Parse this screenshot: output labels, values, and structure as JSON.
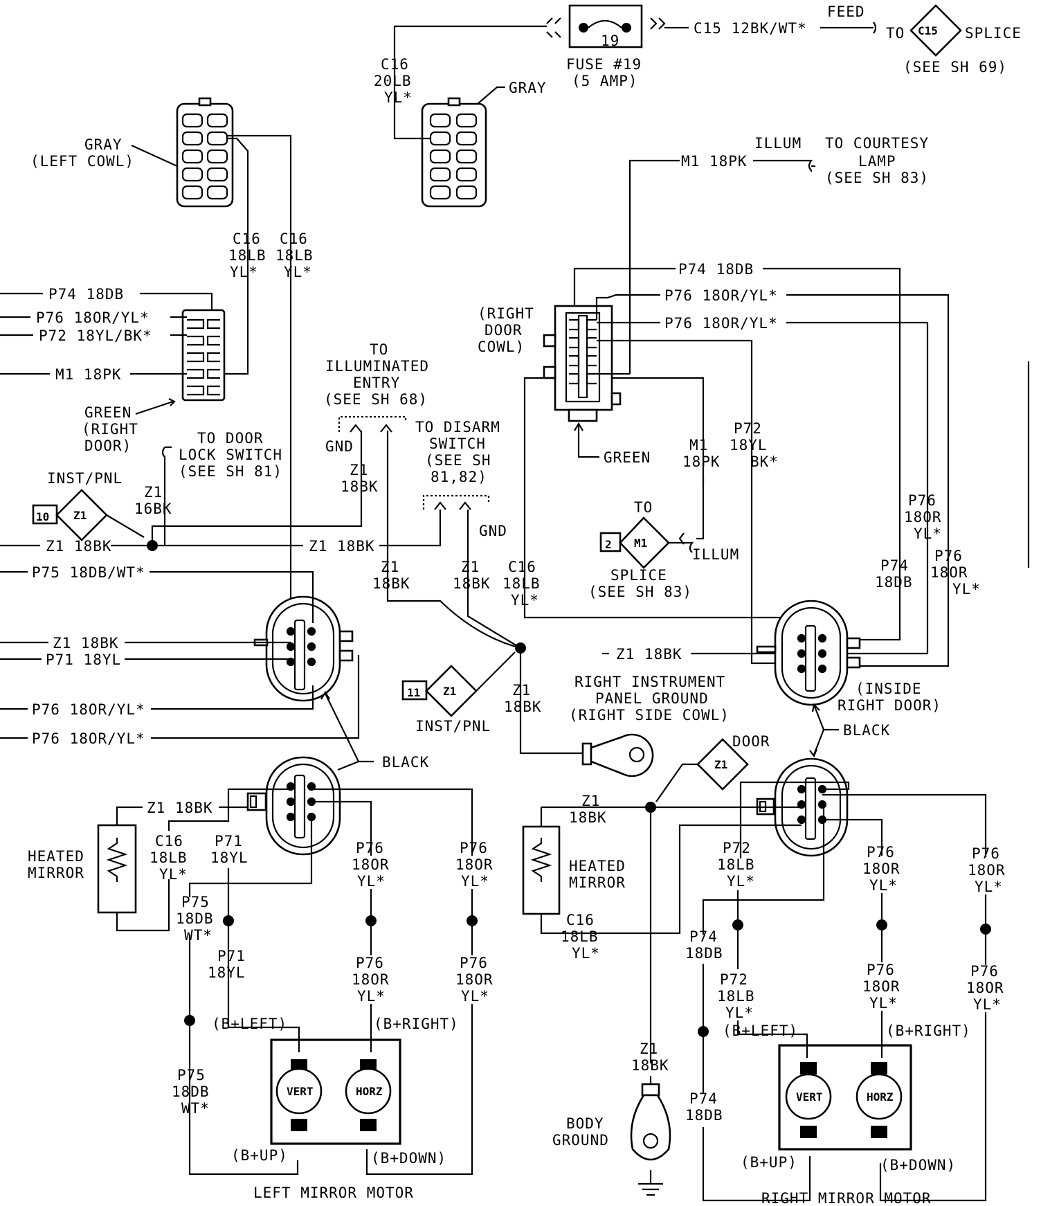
{
  "fuse": {
    "number": "19",
    "label": "FUSE #19",
    "rating": "(5 AMP)",
    "out_wire": "C15  12BK/WT*",
    "feed_label": "FEED",
    "to_label": "TO",
    "splice_id": "C15",
    "splice_label": "SPLICE",
    "splice_ref": "(SEE SH 69)"
  },
  "top_gray_connector": {
    "label": "GRAY",
    "wire": [
      "C16",
      "20LB",
      "YL*"
    ]
  },
  "left_cowl": {
    "label": [
      "GRAY",
      "(LEFT COWL)"
    ],
    "wire_a": [
      "C16",
      "18LB",
      "YL*"
    ],
    "wire_b": [
      "C16",
      "18LB",
      "YL*"
    ]
  },
  "left_door_connector": {
    "wires": [
      "P74  18DB",
      "P76  18OR/YL*",
      "P72  18YL/BK*",
      "M1  18PK"
    ],
    "label": [
      "GREEN",
      "(RIGHT",
      "DOOR)"
    ]
  },
  "illuminated_entry": {
    "label": [
      "TO",
      "ILLUMINATED",
      "ENTRY",
      "(SEE SH 68)"
    ],
    "gnd": "GND",
    "wire": [
      "Z1",
      "18BK"
    ]
  },
  "door_lock_switch": {
    "label": [
      "TO DOOR",
      "LOCK SWITCH",
      "(SEE SH 81)"
    ],
    "wire": [
      "Z1",
      "16BK"
    ]
  },
  "disarm_switch": {
    "label": [
      "TO DISARM",
      "SWITCH",
      "(SEE SH",
      "81,82)"
    ],
    "gnd": "GND",
    "wire_left": [
      "Z1",
      "18BK"
    ],
    "wire_right": [
      "Z1",
      "18BK"
    ]
  },
  "inst_panel_upper": {
    "label": "INST/PNL",
    "pin": "10",
    "splice": "Z1"
  },
  "inst_panel_lower": {
    "label": "INST/PNL",
    "pin": "11",
    "splice": "Z1",
    "wire": [
      "Z1",
      "18BK"
    ]
  },
  "left_side_wires": {
    "z1_main": "Z1  18BK",
    "z1_mid": "Z1  18BK",
    "p75": "P75  18DB/WT*",
    "z1_door": "Z1  18BK",
    "p71": "P71  18YL",
    "p76_a": "P76  18OR/YL*",
    "p76_b": "P76  18OR/YL*"
  },
  "courtesy_lamp": {
    "wire": "M1  18PK",
    "illum": "ILLUM",
    "label": [
      "TO COURTESY",
      "LAMP",
      "(SEE SH 83)"
    ]
  },
  "right_door_cowl": {
    "label": [
      "(RIGHT",
      "DOOR",
      "COWL)"
    ],
    "green": "GREEN",
    "wires": [
      "P74  18DB",
      "P76  18OR/YL*",
      "P76  18OR/YL*"
    ]
  },
  "m1_splice": {
    "wire": [
      "M1",
      "18PK"
    ],
    "to": "TO",
    "pin": "2",
    "id": "M1",
    "illum": "ILLUM",
    "label": [
      "SPLICE",
      "(SEE SH 83)"
    ]
  },
  "right_wires": {
    "p72": [
      "P72",
      "18YL",
      "BK*"
    ],
    "p76_a": [
      "P76",
      "18OR",
      "YL*"
    ],
    "p74": [
      "P74",
      "18DB"
    ],
    "p76_b": [
      "P76",
      "18OR",
      "YL*"
    ],
    "c16": [
      "C16",
      "18LB",
      "YL*"
    ],
    "z1": "Z1  18BK"
  },
  "right_ground": {
    "label": [
      "RIGHT INSTRUMENT",
      "PANEL GROUND",
      "(RIGHT SIDE COWL)"
    ]
  },
  "inside_right_door": {
    "label": [
      "(INSIDE",
      "RIGHT DOOR)"
    ],
    "black": "BLACK"
  },
  "left_black": "BLACK",
  "left_mirror": {
    "heated": [
      "HEATED",
      "MIRROR"
    ],
    "z1": "Z1  18BK",
    "c16": [
      "C16",
      "18LB",
      "YL*"
    ],
    "p71_a": [
      "P71",
      "18YL"
    ],
    "p75_a": [
      "P75",
      "18DB",
      "WT*"
    ],
    "p71_b": [
      "P71",
      "18YL"
    ],
    "p75_b": [
      "P75",
      "18DB",
      "WT*"
    ],
    "p76_a": [
      "P76",
      "18OR",
      "YL*"
    ],
    "p76_b": [
      "P76",
      "18OR",
      "YL*"
    ],
    "p76_c": [
      "P76",
      "18OR",
      "YL*"
    ],
    "p76_d": [
      "P76",
      "18OR",
      "YL*"
    ],
    "b_left": "(B+LEFT)",
    "b_right": "(B+RIGHT)",
    "b_up": "(B+UP)",
    "b_down": "(B+DOWN)",
    "vert": "VERT",
    "horz": "HORZ",
    "title": "LEFT MIRROR MOTOR"
  },
  "right_mirror": {
    "door_label": "DOOR",
    "door_splice": "Z1",
    "z1": [
      "Z1",
      "18BK"
    ],
    "heated": [
      "HEATED",
      "MIRROR"
    ],
    "c16": [
      "C16",
      "18LB",
      "YL*"
    ],
    "p72_a": [
      "P72",
      "18LB",
      "YL*"
    ],
    "p74_a": [
      "P74",
      "18DB"
    ],
    "p72_b": [
      "P72",
      "18LB",
      "YL*"
    ],
    "p74_b": [
      "P74",
      "18DB"
    ],
    "p76_a": [
      "P76",
      "18OR",
      "YL*"
    ],
    "p76_b": [
      "P76",
      "18OR",
      "YL*"
    ],
    "p76_c": [
      "P76",
      "18OR",
      "YL*"
    ],
    "p76_d": [
      "P76",
      "18OR",
      "YL*"
    ],
    "z1_ground": [
      "Z1",
      "18BK"
    ],
    "body_ground": [
      "BODY",
      "GROUND"
    ],
    "b_left": "(B+LEFT)",
    "b_right": "(B+RIGHT)",
    "b_up": "(B+UP)",
    "b_down": "(B+DOWN)",
    "vert": "VERT",
    "horz": "HORZ",
    "title": "RIGHT MIRROR MOTOR"
  }
}
